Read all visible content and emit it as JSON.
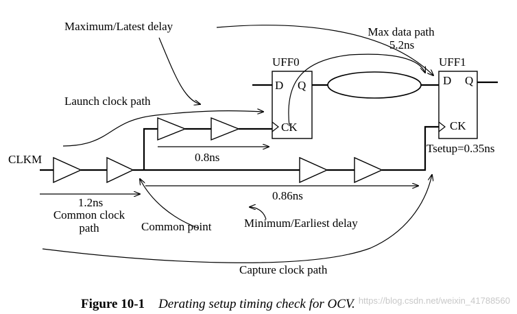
{
  "labels": {
    "max_latest": "Maximum/Latest delay",
    "max_data_path_1": "Max data path",
    "max_data_path_2": "5.2ns",
    "uff0": "UFF0",
    "uff1": "UFF1",
    "d0": "D",
    "q0": "Q",
    "ck0": "CK",
    "d1": "D",
    "q1": "Q",
    "ck1": "CK",
    "launch_clock": "Launch clock path",
    "clkm": "CLKM",
    "delay_08": "0.8ns",
    "tsetup": "Tsetup=0.35ns",
    "delay_12": "1.2ns",
    "common_clock_1": "Common clock",
    "common_clock_2": "path",
    "delay_086": "0.86ns",
    "common_point": "Common point",
    "min_earliest": "Minimum/Earliest delay",
    "capture_clock": "Capture clock path"
  },
  "caption": {
    "number": "Figure 10-1",
    "text": "Derating setup timing check for OCV."
  },
  "watermark": "https://blog.csdn.net/weixin_41788560"
}
